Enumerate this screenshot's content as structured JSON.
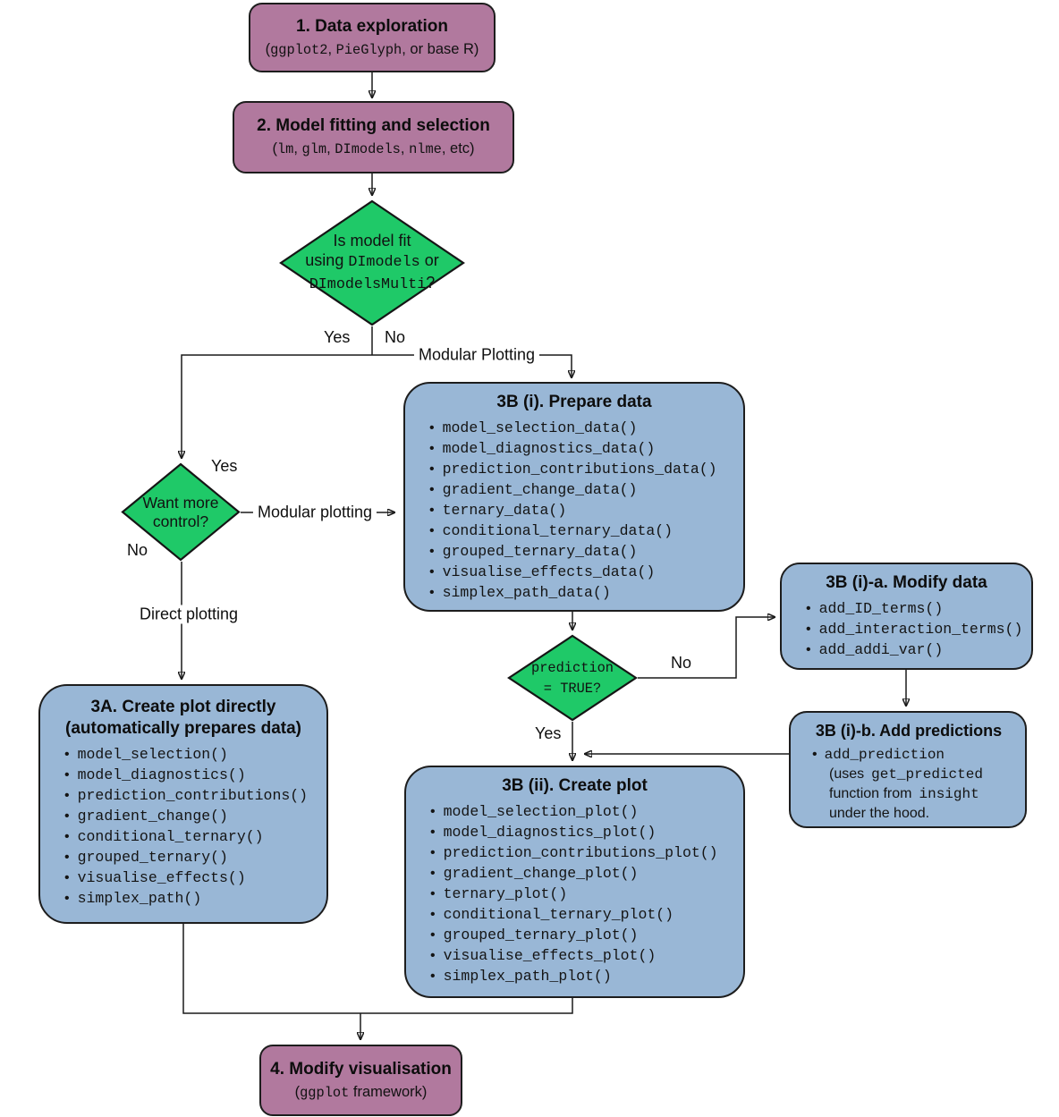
{
  "palette": {
    "purple": "#b1799e",
    "green": "#1fc968",
    "blue": "#99b7d6",
    "line": "#1a1a1a"
  },
  "nodes": {
    "step1": {
      "title": "1. Data exploration",
      "subtitle": [
        {
          "text": "("
        },
        {
          "text": "ggplot2",
          "mono": true
        },
        {
          "text": ", "
        },
        {
          "text": "PieGlyph",
          "mono": true
        },
        {
          "text": ", or base R)"
        }
      ]
    },
    "step2": {
      "title": "2. Model fitting and selection",
      "subtitle": [
        {
          "text": "("
        },
        {
          "text": "lm",
          "mono": true
        },
        {
          "text": ", "
        },
        {
          "text": "glm",
          "mono": true
        },
        {
          "text": ", "
        },
        {
          "text": "DImodels",
          "mono": true
        },
        {
          "text": ", "
        },
        {
          "text": "nlme",
          "mono": true
        },
        {
          "text": ", etc)"
        }
      ]
    },
    "decision_model": {
      "lines": [
        [
          {
            "text": "Is model fit"
          }
        ],
        [
          {
            "text": "using "
          },
          {
            "text": "DImodels",
            "mono": true
          },
          {
            "text": " or"
          }
        ],
        [
          {
            "text": "DImodelsMulti",
            "mono": true
          },
          {
            "text": "?"
          }
        ]
      ]
    },
    "decision_control": {
      "lines": [
        [
          {
            "text": "Want more"
          }
        ],
        [
          {
            "text": "control?"
          }
        ]
      ]
    },
    "decision_prediction": {
      "lines": [
        [
          {
            "text": "prediction",
            "mono": true
          }
        ],
        [
          {
            "text": "= TRUE?",
            "mono": true
          }
        ]
      ]
    },
    "prepare_data": {
      "title": "3B (i). Prepare data",
      "functions": [
        "model_selection_data()",
        "model_diagnostics_data()",
        "prediction_contributions_data()",
        "gradient_change_data()",
        "ternary_data()",
        "conditional_ternary_data()",
        "grouped_ternary_data()",
        "visualise_effects_data()",
        "simplex_path_data()"
      ]
    },
    "modify_data": {
      "title": "3B (i)-a. Modify data",
      "functions": [
        "add_ID_terms()",
        "add_interaction_terms()",
        "add_addi_var()"
      ]
    },
    "add_predictions": {
      "title": "3B (i)-b. Add predictions",
      "body": [
        [
          {
            "text": "add_prediction",
            "mono": true
          }
        ],
        [
          {
            "text": "(uses "
          },
          {
            "text": "get_predicted",
            "mono": true
          }
        ],
        [
          {
            "text": "function from "
          },
          {
            "text": "insight",
            "mono": true
          }
        ],
        [
          {
            "text": "under the hood."
          }
        ]
      ]
    },
    "create_plot_directly": {
      "title_lines": [
        "3A. Create plot directly",
        "(automatically prepares data)"
      ],
      "functions": [
        "model_selection()",
        "model_diagnostics()",
        "prediction_contributions()",
        "gradient_change()",
        "conditional_ternary()",
        "grouped_ternary()",
        "visualise_effects()",
        "simplex_path()"
      ]
    },
    "create_plot": {
      "title": "3B (ii). Create plot",
      "functions": [
        "model_selection_plot()",
        "model_diagnostics_plot()",
        "prediction_contributions_plot()",
        "gradient_change_plot()",
        "ternary_plot()",
        "conditional_ternary_plot()",
        "grouped_ternary_plot()",
        "visualise_effects_plot()",
        "simplex_path_plot()"
      ]
    },
    "step4": {
      "title": "4. Modify visualisation",
      "subtitle": [
        {
          "text": "("
        },
        {
          "text": "ggplot",
          "mono": true
        },
        {
          "text": " framework)"
        }
      ]
    }
  },
  "edge_labels": {
    "yes_model": "Yes",
    "no_model": "No",
    "modular_plotting_top": "Modular Plotting",
    "yes_control": "Yes",
    "modular_plotting_mid": "Modular plotting",
    "no_control": "No",
    "direct_plotting": "Direct plotting",
    "no_prediction": "No",
    "yes_prediction": "Yes"
  }
}
